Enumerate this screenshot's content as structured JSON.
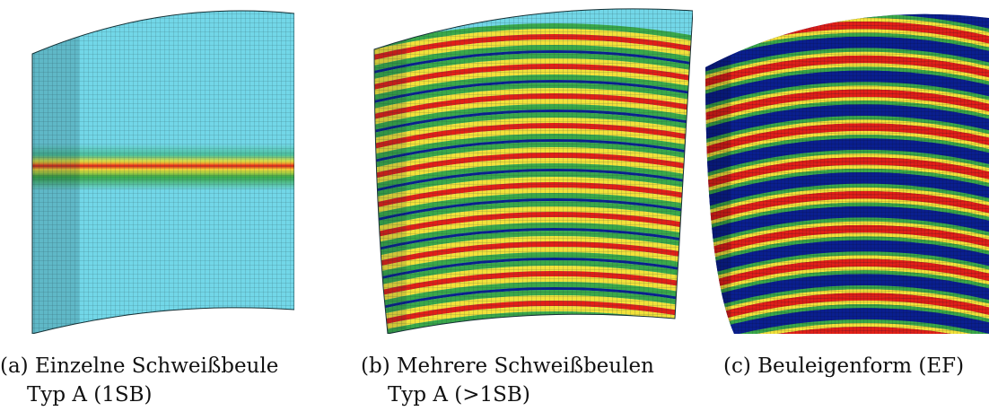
{
  "figure": {
    "panels": [
      {
        "caption_line1": "(a) Einzelne Schweißbeule",
        "caption_line2": "Typ A (1SB)"
      },
      {
        "caption_line1": "(b) Mehrere Schweißbeulen",
        "caption_line2": "Typ A (>1SB)"
      },
      {
        "caption_line1": "(c) Beuleigenform (EF)",
        "caption_line2": ""
      }
    ],
    "colors": {
      "mesh_base": "#72d7e8",
      "mesh_line": "#1c3a40",
      "band_red": "#e11f18",
      "band_yellow": "#f2e13a",
      "band_green": "#39a84a",
      "band_blue": "#0a1f8f"
    }
  }
}
